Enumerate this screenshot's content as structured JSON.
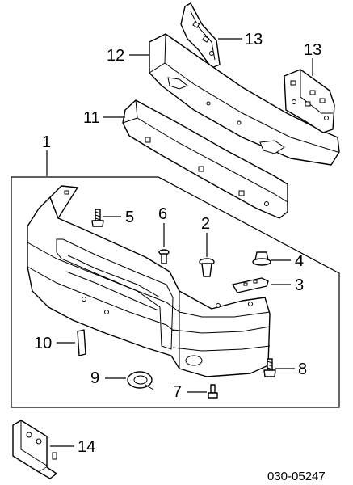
{
  "diagram_code": "030-05247",
  "callouts": {
    "c1": "1",
    "c2": "2",
    "c3": "3",
    "c4": "4",
    "c5": "5",
    "c6": "6",
    "c7": "7",
    "c8": "8",
    "c9": "9",
    "c10": "10",
    "c11": "11",
    "c12": "12",
    "c13a": "13",
    "c13b": "13",
    "c14": "14"
  }
}
